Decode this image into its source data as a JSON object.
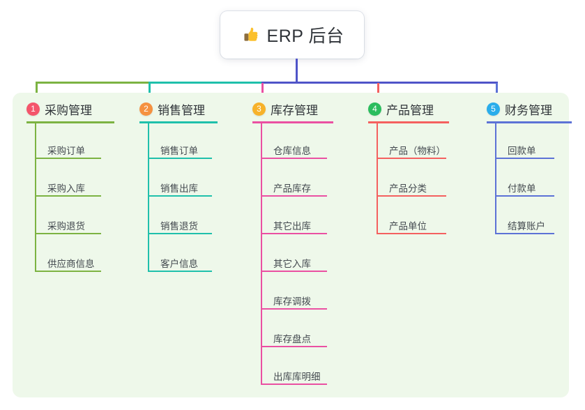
{
  "root": {
    "icon": "thumbs-up-icon",
    "title": "ERP 后台",
    "emoji": "👍"
  },
  "theme": {
    "page_bg": "#ffffff",
    "panel_bg": "#eef8ea",
    "card_bg": "#ffffff",
    "title_color": "#2f3338",
    "item_text_color": "#444a50",
    "root_stem_color": "#4f54c8"
  },
  "columns": [
    {
      "index": "1",
      "title": "采购管理",
      "badge_color": "#f4556b",
      "line_color": "#7cb342",
      "items": [
        "采购订单",
        "采购入库",
        "采购退货",
        "供应商信息"
      ]
    },
    {
      "index": "2",
      "title": "销售管理",
      "badge_color": "#f59140",
      "line_color": "#1fc0ab",
      "items": [
        "销售订单",
        "销售出库",
        "销售退货",
        "客户信息"
      ]
    },
    {
      "index": "3",
      "title": "库存管理",
      "badge_color": "#f7b22a",
      "line_color": "#ea50a2",
      "items": [
        "仓库信息",
        "产品库存",
        "其它出库",
        "其它入库",
        "库存调拨",
        "库存盘点",
        "出库库明细"
      ]
    },
    {
      "index": "4",
      "title": "产品管理",
      "badge_color": "#2bbd5e",
      "line_color": "#f4605f",
      "items": [
        "产品（物料）",
        "产品分类",
        "产品单位"
      ]
    },
    {
      "index": "5",
      "title": "财务管理",
      "badge_color": "#2aadeb",
      "line_color": "#5c72d6",
      "items": [
        "回款单",
        "付款单",
        "结算账户"
      ]
    }
  ],
  "connectors": {
    "bus_segments": [
      {
        "color": "#7cb342"
      },
      {
        "color": "#1fc0ab"
      },
      {
        "color": "#4f54c8"
      }
    ],
    "drop_colors": [
      "#7cb342",
      "#1fc0ab",
      "#ea50a2",
      "#f4605f",
      "#5c72d6"
    ]
  }
}
